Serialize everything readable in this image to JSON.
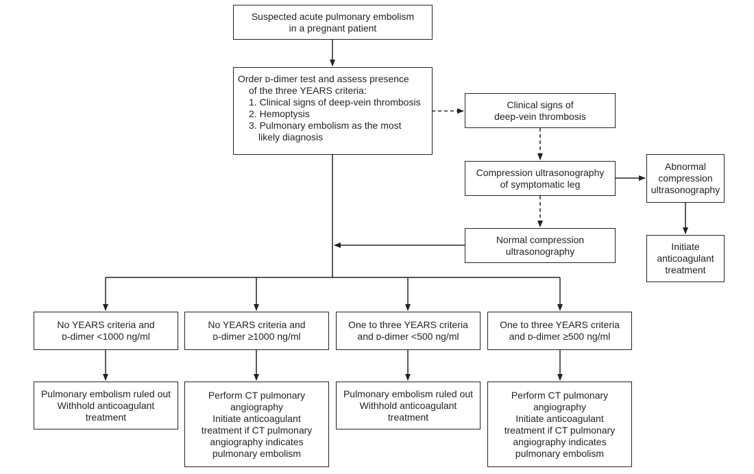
{
  "nodes": {
    "suspected": [
      "Suspected acute pulmonary embolism",
      "in a pregnant patient"
    ],
    "order": {
      "line1": "Order ᴅ-dimer test and assess presence",
      "line2": "of the three YEARS criteria:",
      "item1": "1. Clinical signs of deep-vein thrombosis",
      "item2": "2. Hemoptysis",
      "item3a": "3. Pulmonary embolism as the most",
      "item3b": "likely diagnosis"
    },
    "clinical_signs": [
      "Clinical signs of",
      "deep-vein thrombosis"
    ],
    "cus": [
      "Compression ultrasonography",
      "of symptomatic leg"
    ],
    "abnormal_cus": [
      "Abnormal",
      "compression",
      "ultrasonography"
    ],
    "initiate": [
      "Initiate",
      "anticoagulant",
      "treatment"
    ],
    "normal_cus": [
      "Normal compression",
      "ultrasonography"
    ],
    "branch1": [
      "No YEARS criteria and",
      "ᴅ-dimer <1000 ng/ml"
    ],
    "branch2": [
      "No YEARS criteria and",
      "ᴅ-dimer ≥1000 ng/ml"
    ],
    "branch3": [
      "One to three YEARS criteria",
      "and ᴅ-dimer <500 ng/ml"
    ],
    "branch4": [
      "One to three YEARS criteria",
      "and ᴅ-dimer ≥500 ng/ml"
    ],
    "outcome1": [
      "Pulmonary embolism ruled out",
      "Withhold anticoagulant",
      "treatment"
    ],
    "outcome2": [
      "Perform CT pulmonary",
      "angiography",
      "Initiate anticoagulant",
      "treatment if CT pulmonary",
      "angiography indicates",
      "pulmonary embolism"
    ],
    "outcome3": [
      "Pulmonary embolism ruled out",
      "Withhold anticoagulant",
      "treatment"
    ],
    "outcome4": [
      "Perform CT pulmonary",
      "angiography",
      "Initiate anticoagulant",
      "treatment if CT pulmonary",
      "angiography indicates",
      "pulmonary embolism"
    ]
  }
}
